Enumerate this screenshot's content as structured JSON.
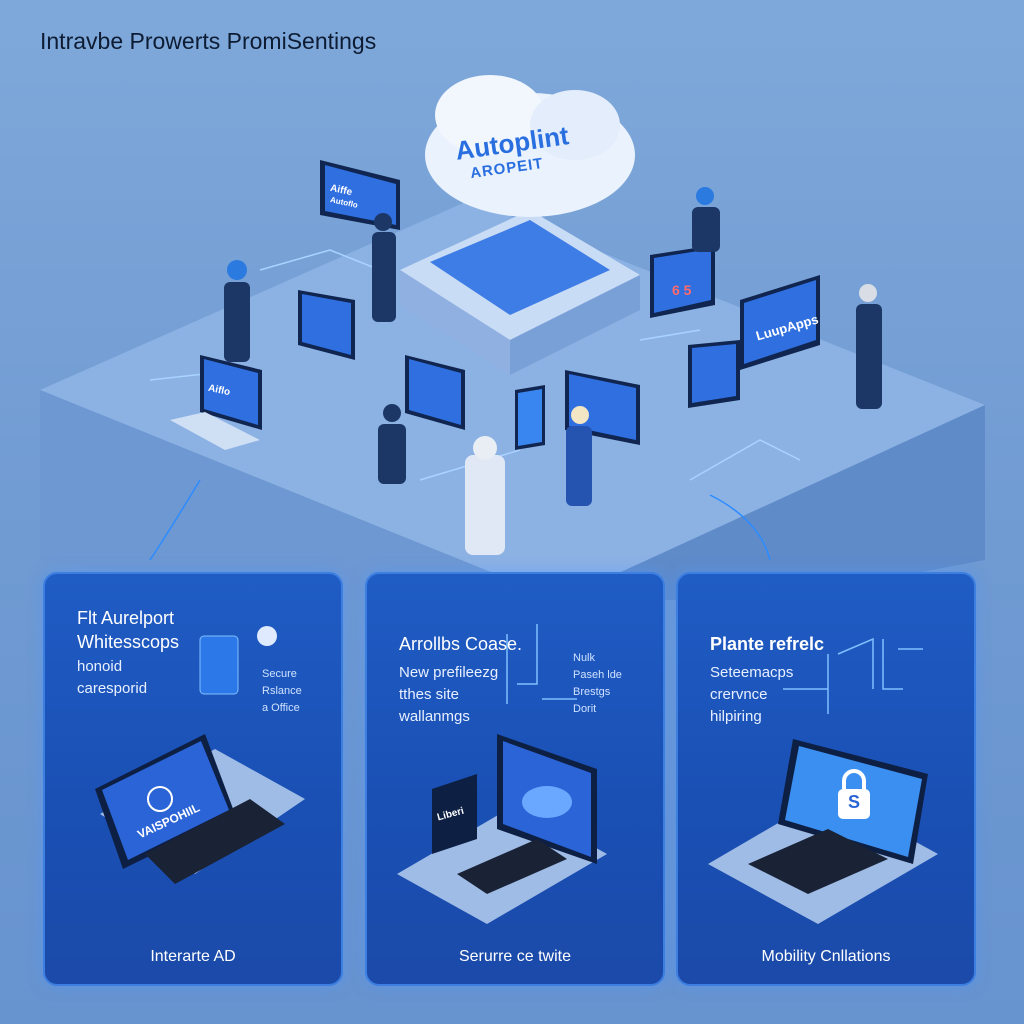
{
  "header": {
    "title": "Intravbe Prowerts PromiSentings"
  },
  "cloud": {
    "label": "Autoplint",
    "sublabel": "AROPEIT"
  },
  "scene_screens": [
    "Aiffe",
    "Autoflo",
    "LuupApps",
    "6 5",
    "Aiflo"
  ],
  "cards": [
    {
      "heading_lines": [
        "Flt Aurelport",
        "Whitesscops"
      ],
      "body_lines": [
        "honoid",
        "caresporid"
      ],
      "side_lines": [
        "Secure",
        "Rslance",
        "a Office"
      ],
      "screen_text": "VAISPOHIIL",
      "footer": "Interarte AD"
    },
    {
      "heading_lines": [
        "Arrollbs Coase."
      ],
      "body_lines": [
        "New prefileezg",
        "tthes site",
        "wallanmgs"
      ],
      "side_lines": [
        "Nulk",
        "Paseh lde",
        "Brestgs",
        "Dorit"
      ],
      "screen_text": "Liberi",
      "footer": "Serurre ce twite"
    },
    {
      "heading_lines": [
        "Plante refrelc"
      ],
      "body_lines": [
        "Seteemacps",
        "crervnce",
        "hilpiring"
      ],
      "side_lines": [],
      "screen_text": "S",
      "footer": "Mobility Cnllations"
    }
  ],
  "colors": {
    "background": "#7aa3d6",
    "card": "#1c52b6",
    "accent": "#3c7fe0"
  }
}
